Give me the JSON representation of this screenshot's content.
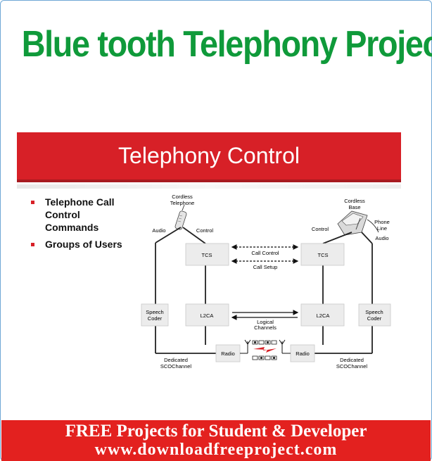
{
  "page": {
    "title": "Blue tooth Telephony Project"
  },
  "slide": {
    "title": "Telephony Control",
    "bullets": [
      "Telephone Call Control Commands",
      "Groups of Users"
    ],
    "bullet_color": "#d72027",
    "banner_color": "#d72027"
  },
  "diagram": {
    "left_device": {
      "line1": "Cordless",
      "line2": "Telephone"
    },
    "right_device": {
      "line1": "Cordless",
      "line2": "Base"
    },
    "phone_line": {
      "line1": "Phone",
      "line2": "Line"
    },
    "audio_left": "Audio",
    "audio_right": "Audio",
    "control_left": "Control",
    "control_right": "Control",
    "tcs": "TCS",
    "call_control": "Call Control",
    "call_setup": "Call Setup",
    "l2ca": "L2CA",
    "logical_channels": {
      "line1": "Logical",
      "line2": "Channels"
    },
    "speech_coder": {
      "line1": "Speech",
      "line2": "Coder"
    },
    "radio": "Radio",
    "sco_left": {
      "line1": "Dedicated",
      "line2": "SCOChannel"
    },
    "sco_right": {
      "line1": "Dedicated",
      "line2": "SCOChannel"
    }
  },
  "footer": {
    "line1": "FREE Projects for Student  & Developer",
    "line2": "www.downloadfreeproject.com",
    "color": "#e3211f"
  },
  "colors": {
    "title_green": "#0f9a3a",
    "box_fill": "#ececec"
  }
}
